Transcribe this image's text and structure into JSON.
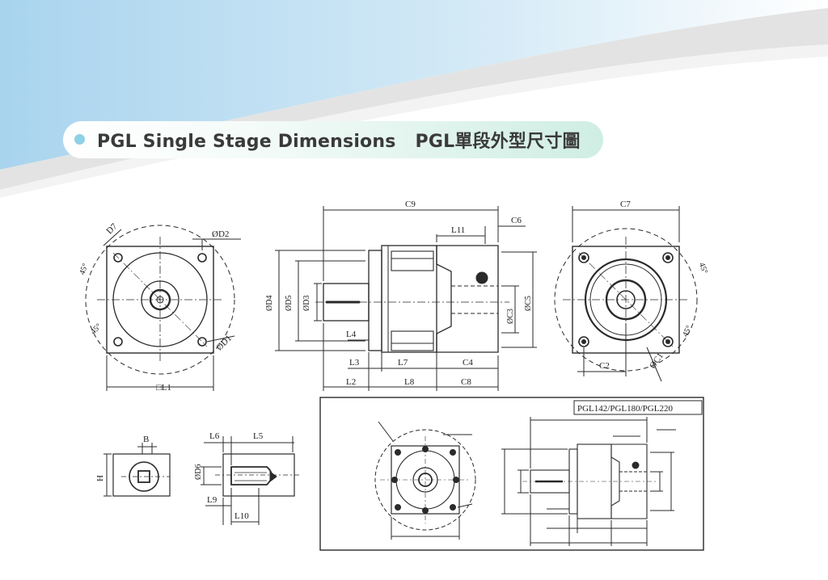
{
  "header": {
    "title_en": "PGL Single Stage Dimensions",
    "title_zh": "PGL單段外型尺寸圖"
  },
  "front_view": {
    "label_d7": "D7",
    "label_d2": "ØD2",
    "label_d1": "ØD1",
    "label_l1": "□L1",
    "angle_top": "45°",
    "angle_bottom": "45°"
  },
  "side_view": {
    "label_c9": "C9",
    "label_c6": "C6",
    "label_l11": "L11",
    "label_d4": "ØD4",
    "label_d5": "ØD5",
    "label_d3": "ØD3",
    "label_c5": "ØC5",
    "label_c3": "ØC3",
    "label_l4": "L4",
    "label_l3": "L3",
    "label_l7": "L7",
    "label_c4": "C4",
    "label_l2": "L2",
    "label_l8": "L8",
    "label_c8": "C8"
  },
  "rear_view": {
    "label_c7": "C7",
    "label_c2": "C2",
    "label_c1": "ØC1",
    "angle_top": "45°",
    "angle_bottom": "45°"
  },
  "key_view": {
    "label_b": "B",
    "label_h": "H",
    "label_l6": "L6",
    "label_l5": "L5",
    "label_d6": "ØD6",
    "label_l9": "L9",
    "label_l10": "L10"
  },
  "inset": {
    "label": "PGL142/PGL180/PGL220"
  },
  "colors": {
    "line": "#2a2a2a",
    "banner_blue": "#bfe0f2",
    "banner_grey": "#dcdcdc",
    "pill_green": "#cfeee3",
    "dot_blue": "#8fd1e6"
  }
}
